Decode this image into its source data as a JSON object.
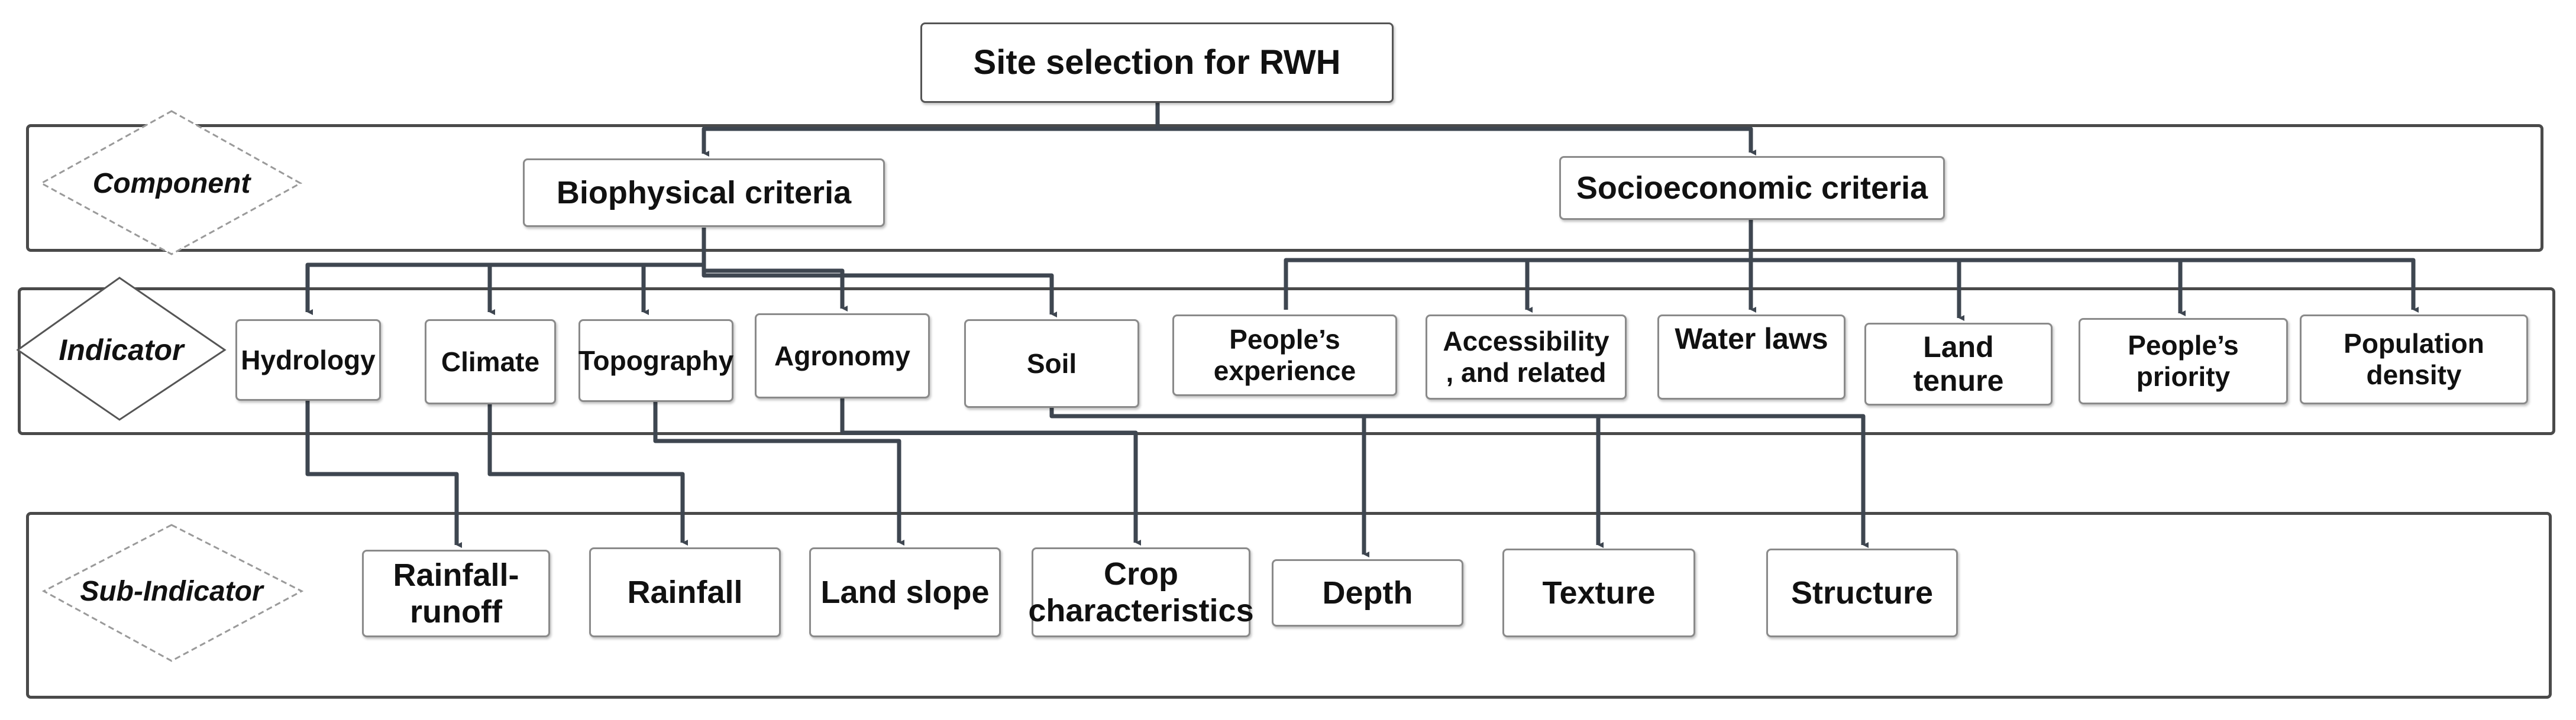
{
  "diagram": {
    "title": "Site selection for RWH",
    "levels": {
      "component": "Component",
      "indicator": "Indicator",
      "sub_indicator": "Sub-Indicator"
    },
    "components": {
      "biophysical": "Biophysical criteria",
      "socioeconomic": "Socioeconomic criteria"
    },
    "indicators": {
      "hydrology": "Hydrology",
      "climate": "Climate",
      "topography": "Topography",
      "agronomy": "Agronomy",
      "soil": "Soil",
      "peoples_experience": "People’s\nexperience",
      "accessibility": "Accessibility\n, and related",
      "water_laws": "Water laws",
      "land_tenure": "Land\ntenure",
      "peoples_priority": "People’s\npriority",
      "population_density": "Population\ndensity"
    },
    "sub_indicators": {
      "rainfall_runoff": "Rainfall-\nrunoff",
      "rainfall": "Rainfall",
      "land_slope": "Land slope",
      "crop": "Crop\ncharacteristics",
      "depth": "Depth",
      "texture": "Texture",
      "structure": "Structure"
    },
    "colors": {
      "connector": "#3e4650",
      "box_border": "#8a8a8a",
      "band_border": "#4a4a4a"
    }
  }
}
